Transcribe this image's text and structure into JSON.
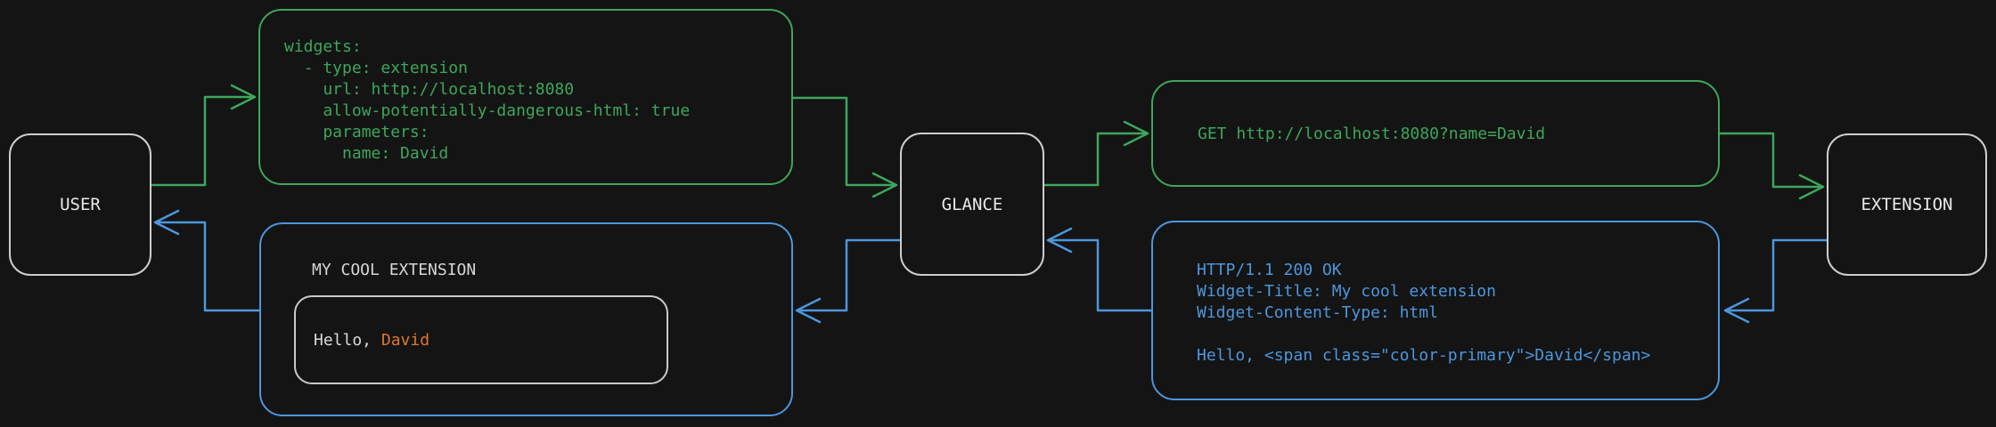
{
  "diagram": {
    "background": "#141414",
    "nodes": {
      "user": {
        "label": "USER"
      },
      "glance": {
        "label": "GLANCE"
      },
      "extension": {
        "label": "EXTENSION"
      }
    },
    "config_box": {
      "yaml": "widgets:\n  - type: extension\n    url: http://localhost:8080\n    allow-potentially-dangerous-html: true\n    parameters:\n      name: David"
    },
    "request_box": {
      "text": "GET http://localhost:8080?name=David"
    },
    "response_box": {
      "text": "HTTP/1.1 200 OK\nWidget-Title: My cool extension\nWidget-Content-Type: html\n\nHello, <span class=\"color-primary\">David</span>"
    },
    "widget_box": {
      "title": "MY COOL EXTENSION",
      "greeting_prefix": "Hello, ",
      "greeting_name": "David"
    },
    "colors": {
      "green": "#3EA65B",
      "blue": "#4D96DC",
      "orange": "#E0762E",
      "node_border": "#CDCDCD",
      "text_light": "#D9D9D9"
    }
  }
}
